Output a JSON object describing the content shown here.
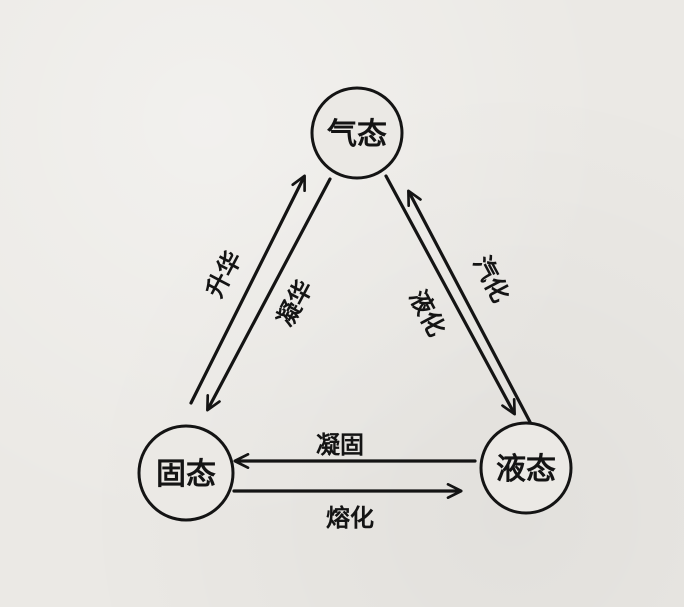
{
  "nodes": {
    "gas": "气态",
    "solid": "固态",
    "liquid": "液态"
  },
  "transitions": {
    "sublimation": "升华",
    "deposition": "凝华",
    "vaporization": "汽化",
    "liquefaction": "液化",
    "solidification": "凝固",
    "melting": "熔化"
  }
}
